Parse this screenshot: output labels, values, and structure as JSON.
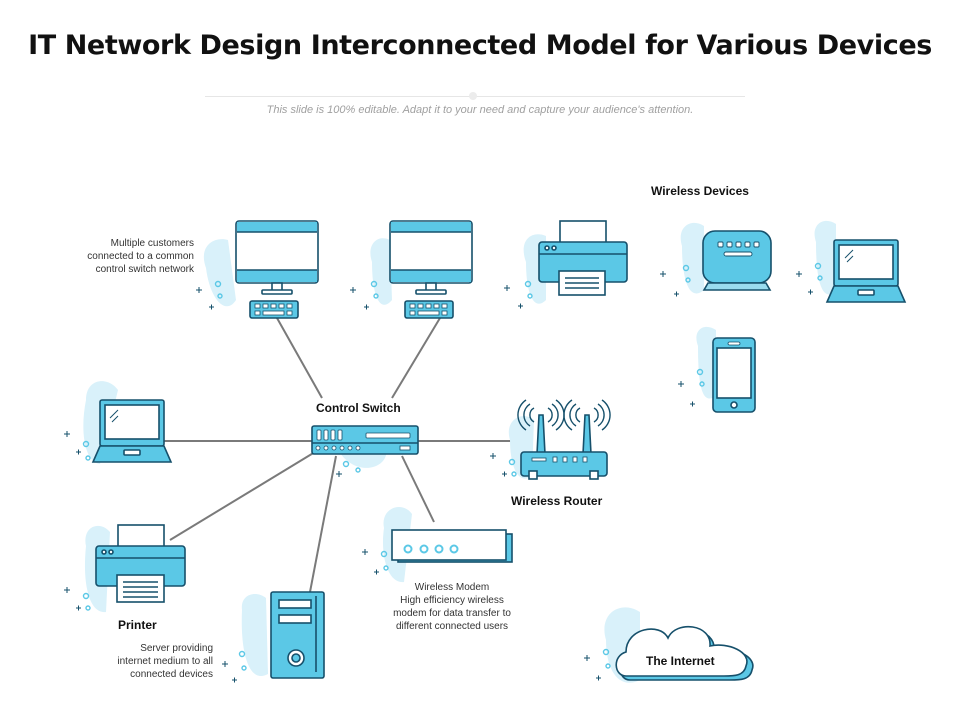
{
  "title": "IT Network Design Interconnected Model for Various Devices",
  "subtitle": "This slide is 100% editable. Adapt it to your need and capture your audience's attention.",
  "labels": {
    "wireless_devices": "Wireless Devices",
    "control_switch": "Control Switch",
    "wireless_router": "Wireless Router",
    "printer": "Printer",
    "the_internet": "The Internet"
  },
  "notes": {
    "customers": [
      "Multiple customers",
      "connected to a common",
      "control switch network"
    ],
    "modem": [
      "Wireless Modem",
      "High efficiency wireless",
      "modem for data transfer to",
      "different connected users"
    ],
    "server": [
      "Server providing",
      "internet medium to all",
      "connected devices"
    ]
  },
  "colors": {
    "accent": "#5bc8e6",
    "accent_light": "#d9f1fa",
    "outline": "#16506b",
    "connector": "#7a7a7a"
  }
}
